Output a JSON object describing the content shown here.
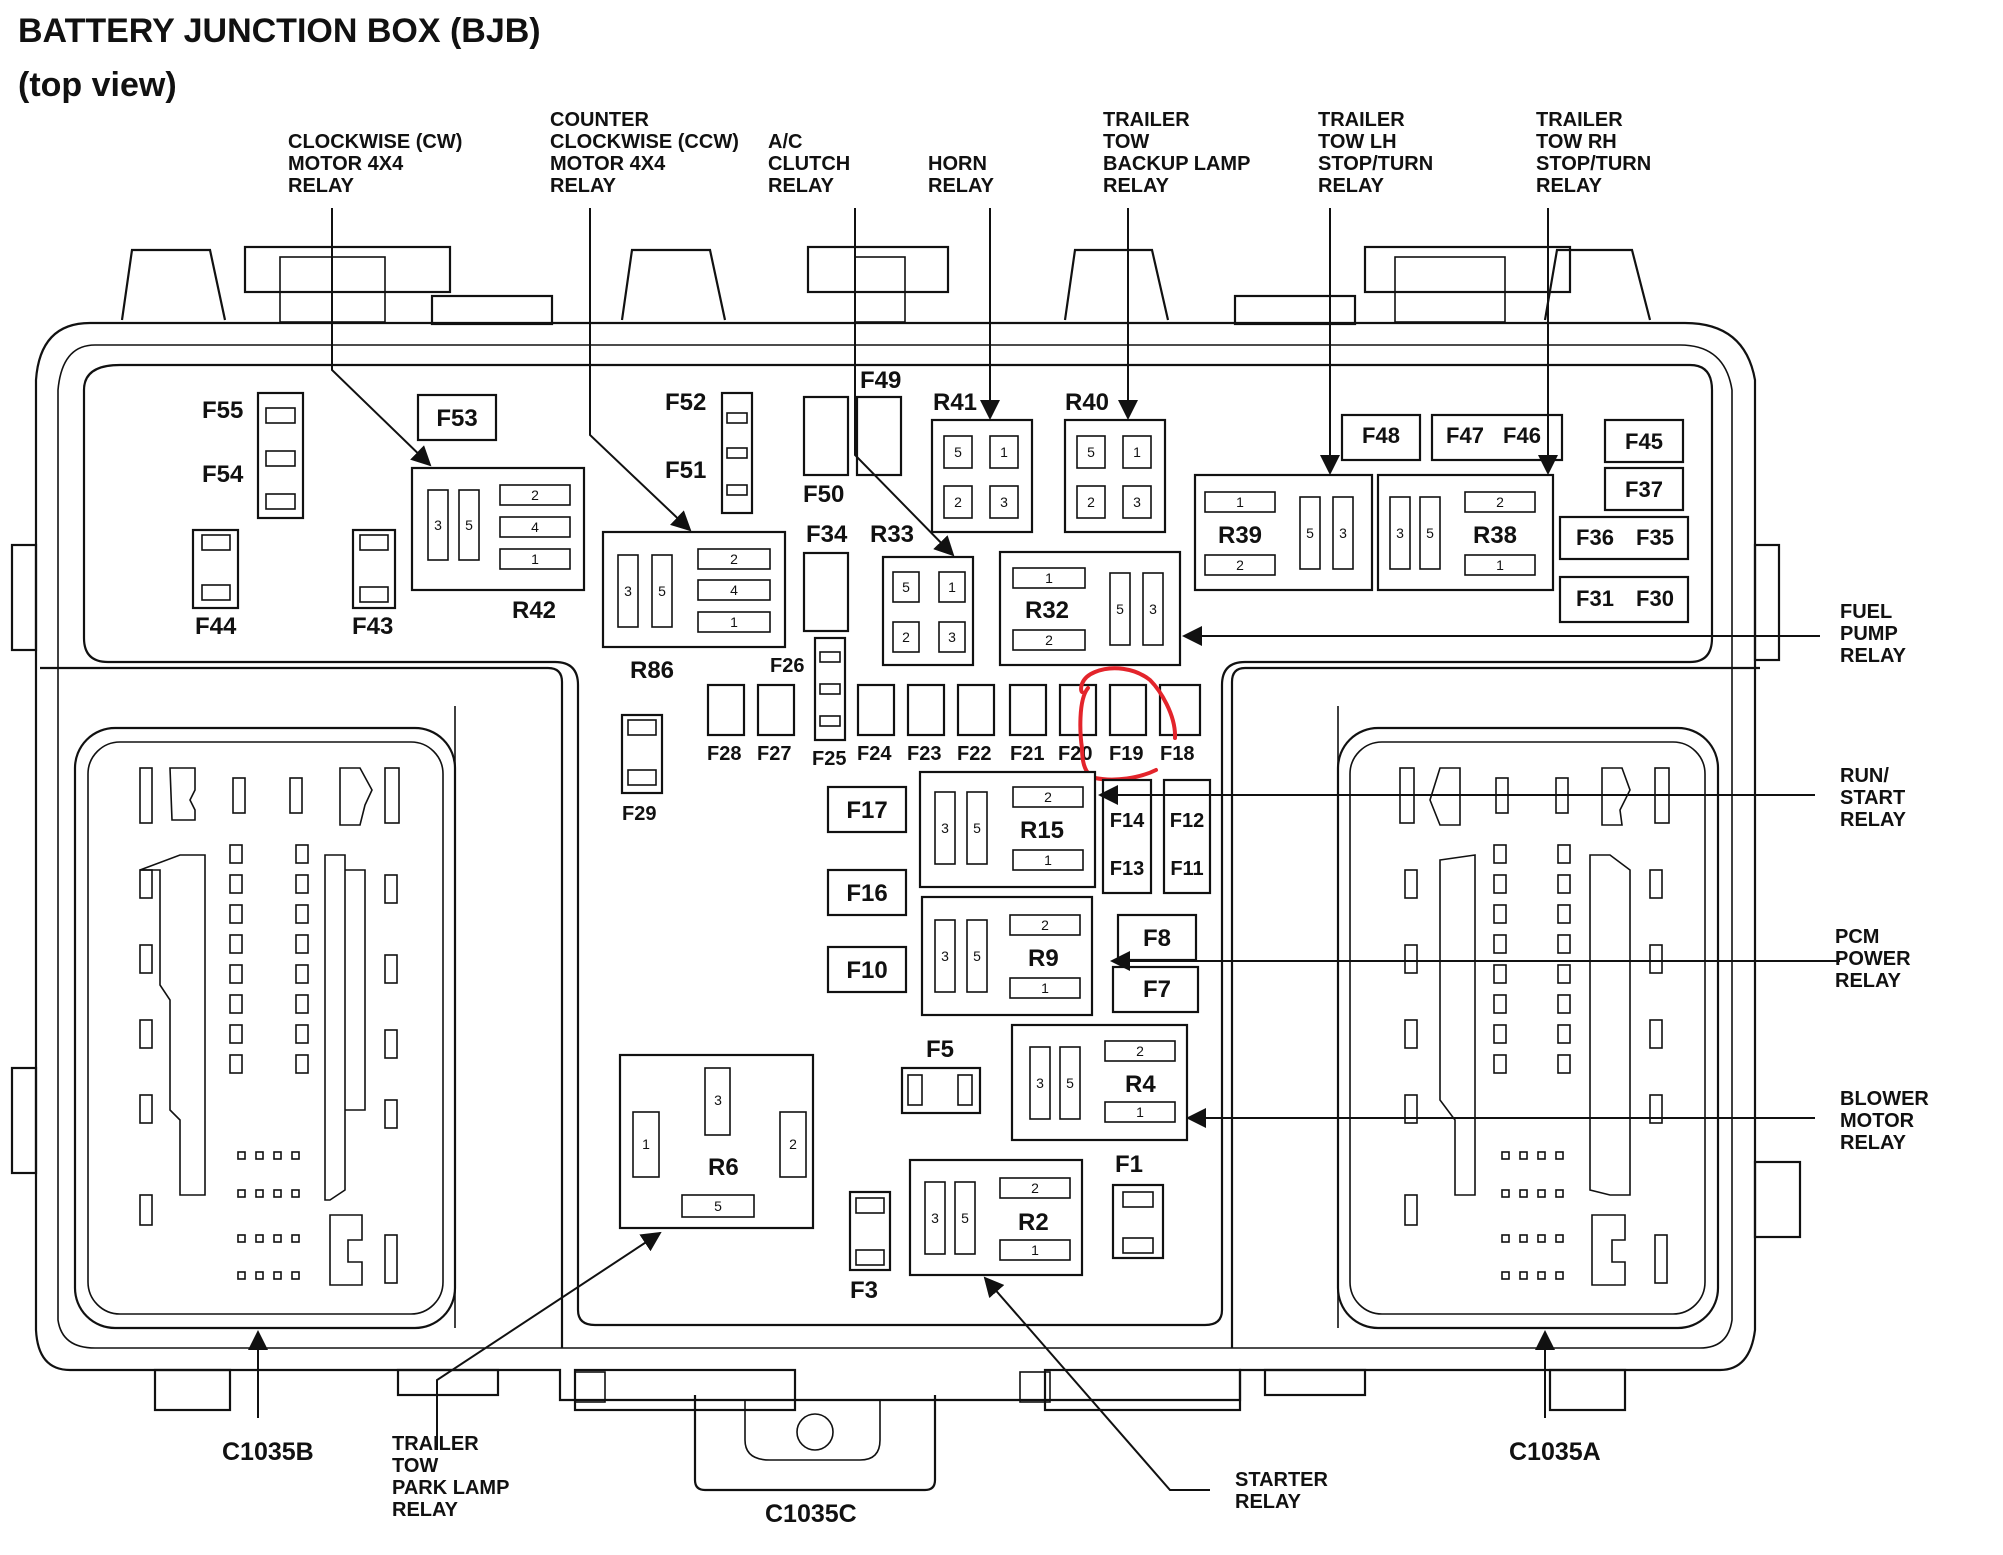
{
  "title": "BATTERY JUNCTION BOX (BJB)",
  "subtitle": "(top view)",
  "callouts": {
    "cw_relay": [
      "CLOCKWISE (CW)",
      "MOTOR 4X4",
      "RELAY"
    ],
    "ccw_relay": [
      "COUNTER",
      "CLOCKWISE (CCW)",
      "MOTOR 4X4",
      "RELAY"
    ],
    "ac_relay": [
      "A/C",
      "CLUTCH",
      "RELAY"
    ],
    "horn_relay": [
      "HORN",
      "RELAY"
    ],
    "backup_relay": [
      "TRAILER",
      "TOW",
      "BACKUP LAMP",
      "RELAY"
    ],
    "lh_relay": [
      "TRAILER",
      "TOW LH",
      "STOP/TURN",
      "RELAY"
    ],
    "rh_relay": [
      "TRAILER",
      "TOW RH",
      "STOP/TURN",
      "RELAY"
    ],
    "fuel_relay": [
      "FUEL",
      "PUMP",
      "RELAY"
    ],
    "run_relay": [
      "RUN/",
      "START",
      "RELAY"
    ],
    "pcm_relay": [
      "PCM",
      "POWER",
      "RELAY"
    ],
    "blower_relay": [
      "BLOWER",
      "MOTOR",
      "RELAY"
    ],
    "starter_relay": [
      "STARTER",
      "RELAY"
    ],
    "park_relay": [
      "TRAILER",
      "TOW",
      "PARK LAMP",
      "RELAY"
    ]
  },
  "connectors": {
    "c1035a": "C1035A",
    "c1035b": "C1035B",
    "c1035c": "C1035C"
  },
  "fuses": {
    "f1": "F1",
    "f3": "F3",
    "f5": "F5",
    "f7": "F7",
    "f8": "F8",
    "f10": "F10",
    "f11": "F11",
    "f12": "F12",
    "f13": "F13",
    "f14": "F14",
    "f16": "F16",
    "f17": "F17",
    "f18": "F18",
    "f19": "F19",
    "f20": "F20",
    "f21": "F21",
    "f22": "F22",
    "f23": "F23",
    "f24": "F24",
    "f25": "F25",
    "f26": "F26",
    "f27": "F27",
    "f28": "F28",
    "f29": "F29",
    "f30": "F30",
    "f31": "F31",
    "f34": "F34",
    "f35": "F35",
    "f36": "F36",
    "f37": "F37",
    "f43": "F43",
    "f44": "F44",
    "f45": "F45",
    "f46": "F46",
    "f47": "F47",
    "f48": "F48",
    "f49": "F49",
    "f50": "F50",
    "f51": "F51",
    "f52": "F52",
    "f53": "F53",
    "f54": "F54",
    "f55": "F55"
  },
  "relays": {
    "r2": "R2",
    "r4": "R4",
    "r6": "R6",
    "r9": "R9",
    "r15": "R15",
    "r32": "R32",
    "r33": "R33",
    "r38": "R38",
    "r39": "R39",
    "r40": "R40",
    "r41": "R41",
    "r42": "R42",
    "r86": "R86"
  },
  "pins": {
    "p1": "1",
    "p2": "2",
    "p3": "3",
    "p4": "4",
    "p5": "5"
  },
  "highlight": {
    "target": "F19",
    "color": "#e3242b"
  }
}
